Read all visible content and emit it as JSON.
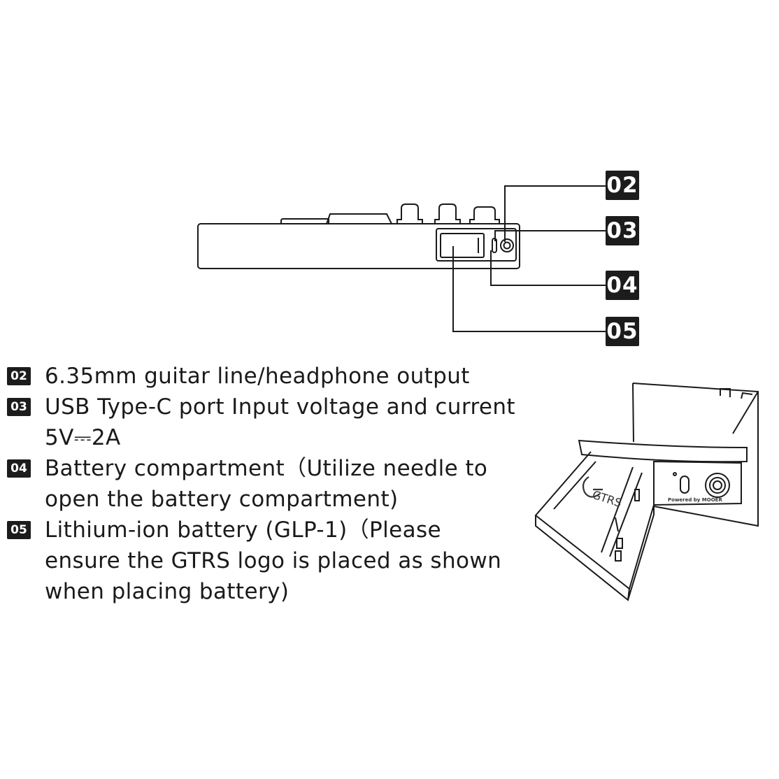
{
  "callouts": {
    "c02": "02",
    "c03": "03",
    "c04": "04",
    "c05": "05"
  },
  "legend": [
    {
      "badge": "02",
      "lines": [
        "6.35mm guitar line/headphone output"
      ]
    },
    {
      "badge": "03",
      "lines": [
        "USB Type-C port Input voltage and current",
        "5V⎓2A"
      ]
    },
    {
      "badge": "04",
      "lines": [
        "Battery compartment（Utilize needle to",
        "open the battery compartment)"
      ]
    },
    {
      "badge": "05",
      "lines": [
        "Lithium-ion battery (GLP-1)（Please",
        "ensure the GTRS logo is placed as shown",
        "when placing battery)"
      ]
    }
  ],
  "battery_illustration": {
    "logo": "GTRS",
    "panel_label": "Powered by MOOER"
  }
}
